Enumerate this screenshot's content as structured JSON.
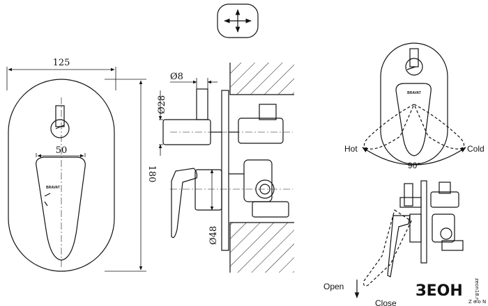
{
  "dimensions": {
    "width_125": "125",
    "height_180": "180",
    "lever_50": "50",
    "dia_8": "Ø8",
    "dia_28": "Ø28",
    "dia_48": "Ø48"
  },
  "rotation": {
    "hot": "Hot",
    "cold": "Cold",
    "angle": "90°"
  },
  "lift": {
    "open": "Open",
    "close": "Close"
  },
  "brand_mark": "BRAVAT",
  "watermark": {
    "main": "ЗЕОН",
    "side": "zeon18.ru",
    "sub": "Z e o N"
  },
  "colors": {
    "line": "#111111",
    "background": "#ffffff"
  }
}
